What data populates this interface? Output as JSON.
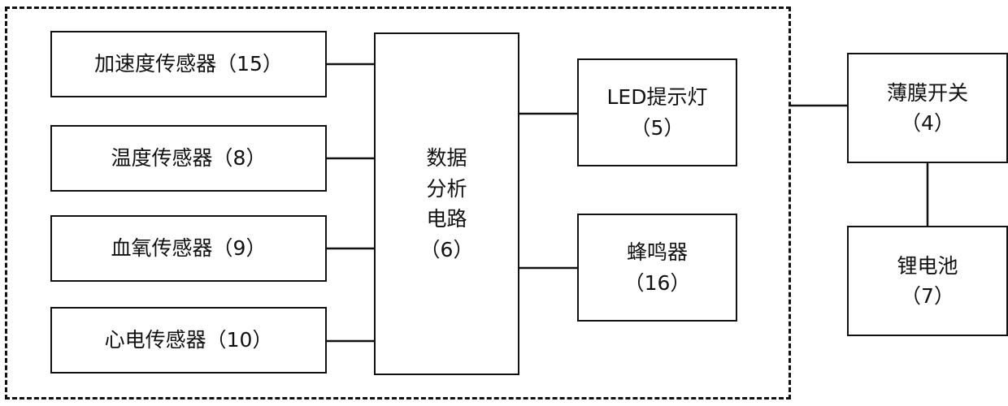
{
  "blocks": {
    "accel_sensor": "加速度传感器（15）",
    "temp_sensor": "温度传感器（8）",
    "spo2_sensor": "血氧传感器（9）",
    "ecg_sensor": "心电传感器（10）",
    "analysis": {
      "l1": "数据",
      "l2": "分析",
      "l3": "电路",
      "l4": "（6）"
    },
    "led": {
      "l1": "LED提示灯",
      "l2": "（5）"
    },
    "buzzer": {
      "l1": "蜂鸣器",
      "l2": "（16）"
    },
    "switch": {
      "l1": "薄膜开关",
      "l2": "（4）"
    },
    "battery": {
      "l1": "锂电池",
      "l2": "（7）"
    }
  }
}
